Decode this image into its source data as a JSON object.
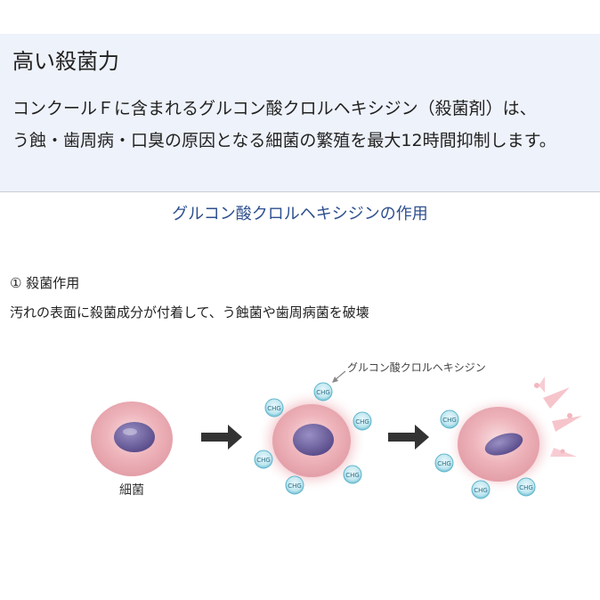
{
  "hero": {
    "title": "高い殺菌力",
    "line1": "コンクールＦに含まれるグルコン酸クロルヘキシジン（殺菌剤）は、",
    "line2": "う蝕・歯周病・口臭の原因となる細菌の繁殖を最大12時間抑制します。"
  },
  "section": {
    "subhead": "グルコン酸クロルヘキシジンの作用"
  },
  "step": {
    "title": "① 殺菌作用",
    "description": "汚れの表面に殺菌成分が付着して、う蝕菌や歯周病菌を破壊"
  },
  "illustration": {
    "bacteria_label": "細菌",
    "callout_label": "グルコン酸クロルヘキシジン",
    "molecule_label": "CHG",
    "icons": [
      "bacteria-cell-icon",
      "arrow-right-icon",
      "chg-molecule-icon",
      "burst-bacteria-icon"
    ],
    "colors": {
      "cell": "#e7a7ae",
      "nucleus": "#6b5f9c",
      "molecule": "#7fc9dd",
      "arrow": "#333333",
      "subhead": "#2d4f8e"
    }
  }
}
